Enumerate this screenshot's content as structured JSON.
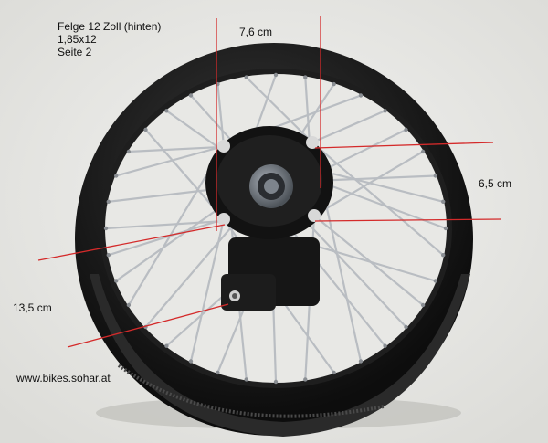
{
  "caption": {
    "line1": "Felge 12 Zoll (hinten)",
    "line2": "1,85x12",
    "line3": "Seite 2"
  },
  "measurements": {
    "top_width": "7,6 cm",
    "hub_height": "6,5 cm",
    "axle_length": "13,5 cm"
  },
  "website": "www.bikes.sohar.at",
  "colors": {
    "background": "#ececea",
    "rim": "#161616",
    "spoke": "#b9bdc2",
    "hub": "#121212",
    "bearing": "#6a7078",
    "measure_line": "#d42a2a",
    "text": "#111111"
  }
}
